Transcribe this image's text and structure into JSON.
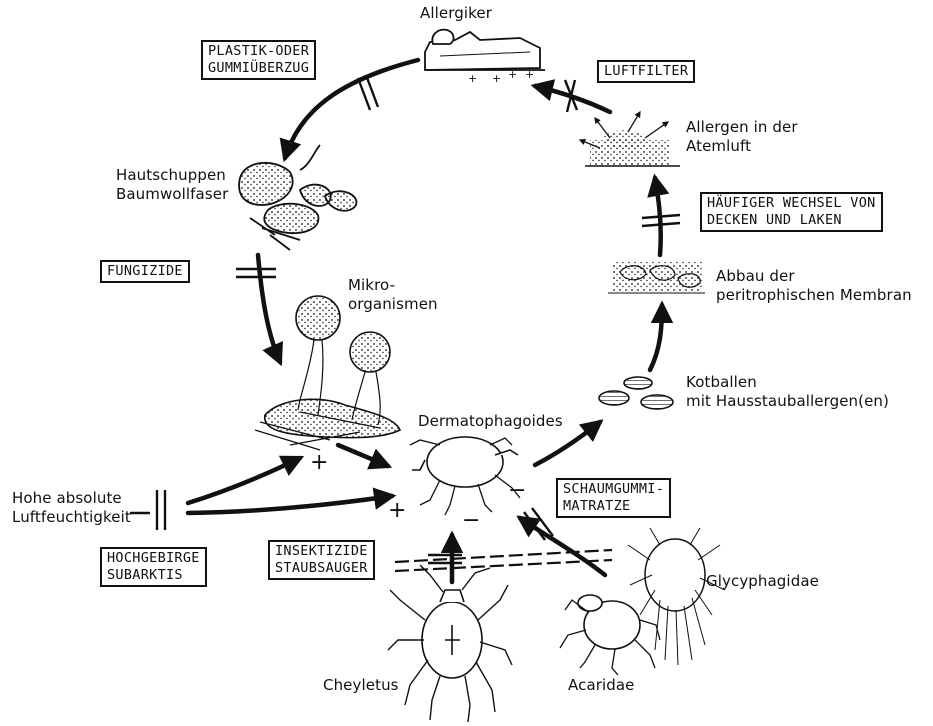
{
  "title": "Allergiker",
  "boxes": {
    "plastik": [
      "PLASTIK-ODER",
      "GUMMIÜBERZUG"
    ],
    "luftfilter": [
      "LUFTFILTER"
    ],
    "haeufiger": [
      "HÄUFIGER WECHSEL VON",
      "DECKEN UND LAKEN"
    ],
    "fungizide": [
      "FUNGIZIDE"
    ],
    "hochgebirge": [
      "HOCHGEBIRGE",
      "SUBARKTIS"
    ],
    "insektizide": [
      "INSEKTIZIDE",
      "STAUBSAUGER"
    ],
    "schaumgummi": [
      "SCHAUMGUMMI-",
      "MATRATZE"
    ]
  },
  "labels": {
    "allergen": [
      "Allergen in der",
      "Atemluft"
    ],
    "hautschuppen": [
      "Hautschuppen",
      "Baumwollfaser"
    ],
    "mikro": [
      "Mikro-",
      "organismen"
    ],
    "abbau": [
      "Abbau der",
      "peritrophischen Membran"
    ],
    "kotballen": [
      "Kotballen",
      "mit Hausstauballergen(en)"
    ],
    "dermato": "Dermatophagoides",
    "hohe": [
      "Hohe absolute",
      "Luftfeuchtigkeit"
    ],
    "glycy": "Glycyphagidae",
    "cheyletus": "Cheyletus",
    "acaridae": "Acaridae"
  },
  "signs": {
    "plus": "+",
    "minus": "−"
  }
}
